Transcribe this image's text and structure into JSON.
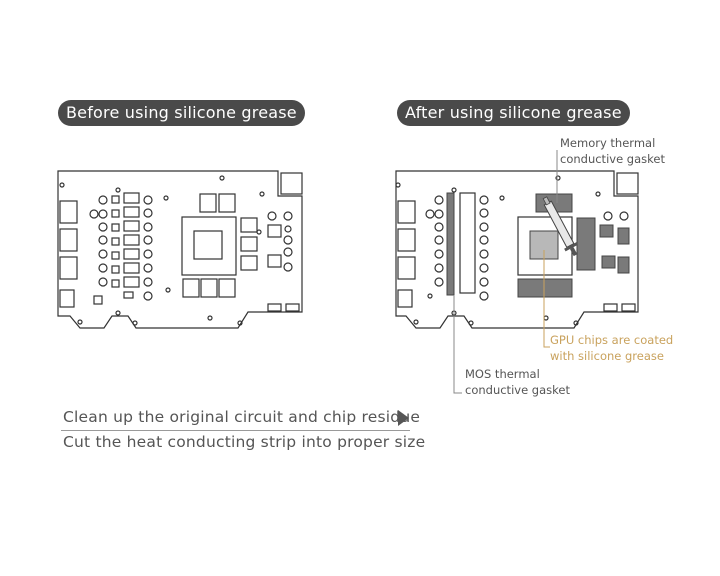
{
  "panels": {
    "before": {
      "title": "Before using silicone grease"
    },
    "after": {
      "title": "After using silicone grease"
    }
  },
  "callouts": {
    "memory": {
      "line1": "Memory thermal",
      "line2": "conductive gasket"
    },
    "gpu": {
      "line1": "GPU chips are coated",
      "line2": "with silicone grease"
    },
    "mos": {
      "line1": "MOS thermal",
      "line2": "conductive gasket"
    }
  },
  "steps": [
    "Clean up the original circuit and chip residue",
    "Cut the heat conducting strip into proper size"
  ],
  "colors": {
    "title_pill": "#4a4a4a",
    "board_outline": "#333333",
    "gasket_fill": "#7a7a7a",
    "grease_fill": "#b8b8b8",
    "gpu_callout_text": "#c9a25d"
  }
}
